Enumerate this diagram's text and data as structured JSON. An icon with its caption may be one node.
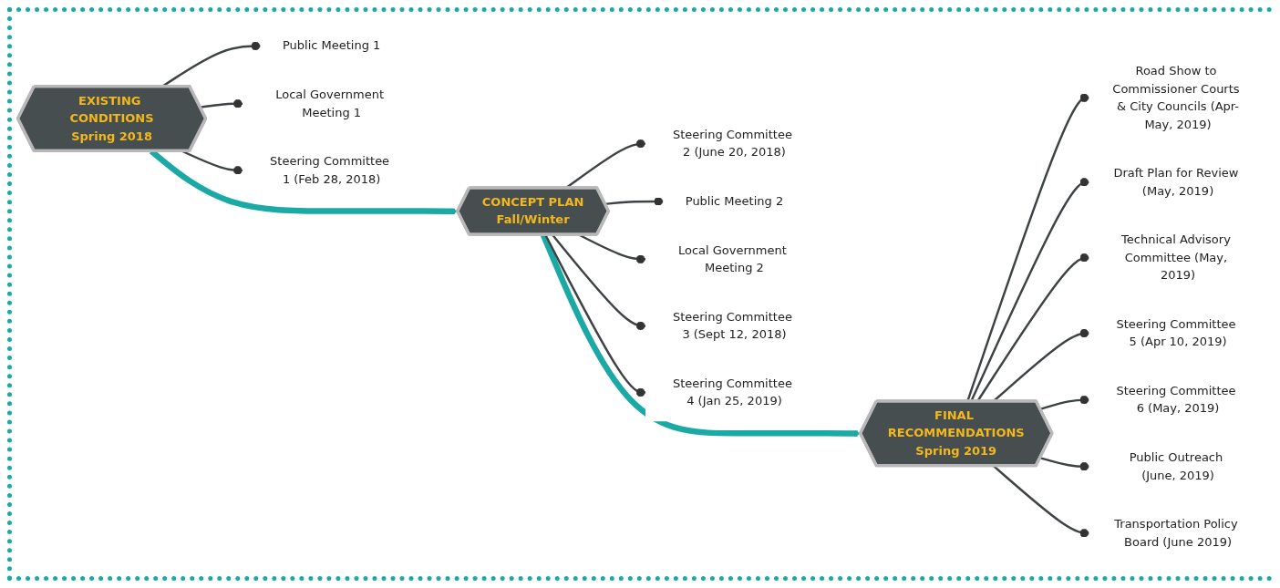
{
  "diagram": {
    "nodes": [
      {
        "text": [
          "EXISTING CONDITIONS",
          "Spring 2018"
        ]
      },
      {
        "text": [
          "Public Meeting 1"
        ]
      },
      {
        "text": [
          "Local Government Meeting 1"
        ]
      },
      {
        "text": [
          "Steering Committee 1 (Feb 28, 2018)"
        ]
      },
      {
        "text": [
          "CONCEPT PLAN",
          "Fall/Winter"
        ]
      },
      {
        "text": [
          "Steering Committee 2 (June 20, 2018)"
        ]
      },
      {
        "text": [
          "Public Meeting 2"
        ]
      },
      {
        "text": [
          "Local Government Meeting 2"
        ]
      },
      {
        "text": [
          "Steering Committee 3 (Sept 12, 2018)"
        ]
      },
      {
        "text": [
          "Steering Committee 4 (Jan 25, 2019)"
        ]
      },
      {
        "text": [
          "FINAL RECOMMENDATIONS",
          "Spring 2019"
        ]
      },
      {
        "text": [
          "Road Show to Commissioner Courts & City Councils (Apr-May, 2019)"
        ]
      },
      {
        "text": [
          "Draft Plan for Review (May, 2019)"
        ]
      },
      {
        "text": [
          "Technical Advisory Committee (May, 2019)"
        ]
      },
      {
        "text": [
          "Steering Committee 5 (Apr 10, 2019)"
        ]
      },
      {
        "text": [
          "Steering Committee 6 (May, 2019)"
        ]
      },
      {
        "text": [
          "Public Outreach (June, 2019)"
        ]
      },
      {
        "text": [
          "Transportation Policy Board (June 2019)"
        ]
      }
    ],
    "edges": [
      {
        "from": 0,
        "to": 4,
        "arrow": "to",
        "style": "thick",
        "color": "#1ba9a6"
      },
      {
        "from": 4,
        "to": 10,
        "arrow": "to",
        "style": "thick",
        "color": "#1ba9a6"
      },
      {
        "from": 0,
        "to": 1,
        "arrow": "other"
      },
      {
        "from": 0,
        "to": 2,
        "arrow": "other"
      },
      {
        "from": 0,
        "to": 3,
        "arrow": "other"
      },
      {
        "from": 4,
        "to": 5,
        "arrow": "other"
      },
      {
        "from": 4,
        "to": 6,
        "arrow": "other"
      },
      {
        "from": 4,
        "to": 7,
        "arrow": "other"
      },
      {
        "from": 4,
        "to": 8,
        "arrow": "other"
      },
      {
        "from": 4,
        "to": 9,
        "arrow": "other"
      },
      {
        "from": 10,
        "to": 11,
        "arrow": "other"
      },
      {
        "from": 10,
        "to": 12,
        "arrow": "other"
      },
      {
        "from": 10,
        "to": 13,
        "arrow": "other"
      },
      {
        "from": 10,
        "to": 14,
        "arrow": "other"
      },
      {
        "from": 10,
        "to": 15,
        "arrow": "other"
      },
      {
        "from": 10,
        "to": 16,
        "arrow": "other"
      },
      {
        "from": 10,
        "to": 17,
        "arrow": "other"
      }
    ]
  }
}
